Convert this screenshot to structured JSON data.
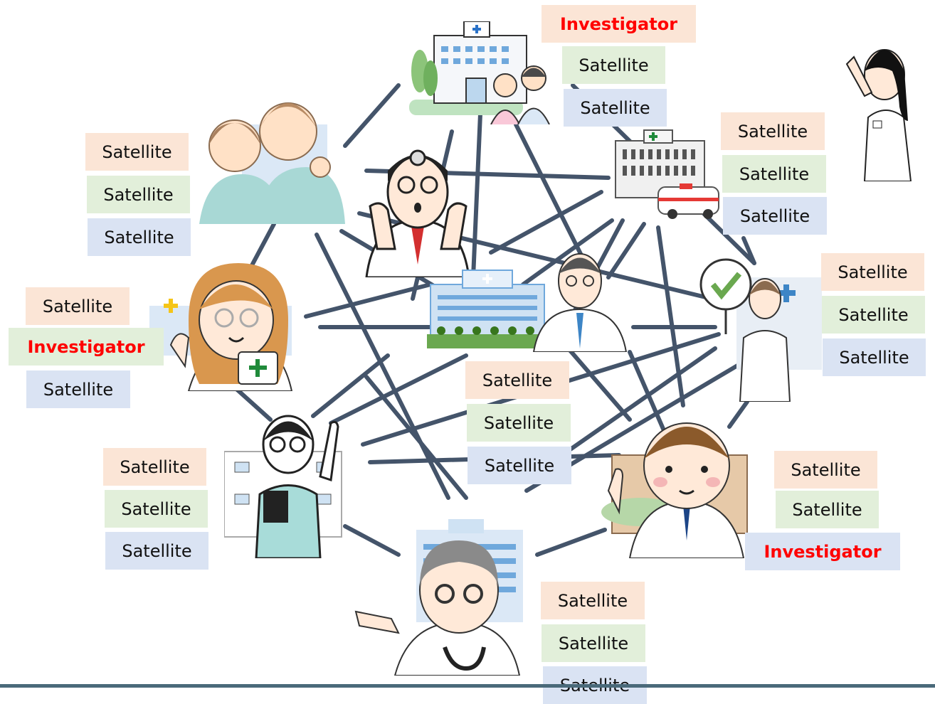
{
  "labels": {
    "top": [
      "Investigator",
      "Satellite",
      "Satellite"
    ],
    "top_right": [
      "Satellite",
      "Satellite",
      "Satellite"
    ],
    "upper_left": [
      "Satellite",
      "Satellite",
      "Satellite"
    ],
    "left": [
      "Satellite",
      "Investigator",
      "Satellite"
    ],
    "right": [
      "Satellite",
      "Satellite",
      "Satellite"
    ],
    "center": [
      "Satellite",
      "Satellite",
      "Satellite"
    ],
    "lower_left": [
      "Satellite",
      "Satellite",
      "Satellite"
    ],
    "lower_right": [
      "Satellite",
      "Satellite",
      "Investigator"
    ],
    "bottom": [
      "Satellite",
      "Satellite",
      "Satellite"
    ]
  },
  "colors": {
    "link": "#44546a",
    "pink": "#fbe5d6",
    "green": "#e2efda",
    "blue": "#dae3f3",
    "investigator_text": "#ff0000"
  },
  "icons": [
    "hospital-with-staff-icon",
    "nurses-cheering-icon",
    "doctor-stop-gesture-icon",
    "hospital-ambulance-icon",
    "nurse-pointing-icon",
    "female-doctor-first-aid-icon",
    "hospital-building-doctor-icon",
    "nurse-check-sign-icon",
    "doctor-pointing-up-icon",
    "young-doctor-hospital-icon",
    "senior-doctor-clinic-icon"
  ]
}
